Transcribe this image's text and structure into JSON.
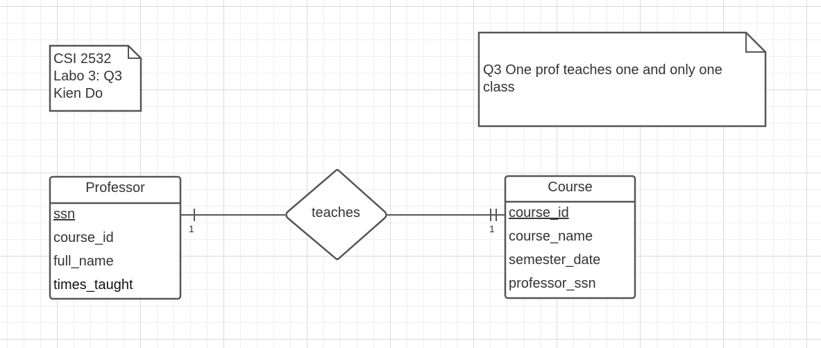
{
  "note_course": {
    "lines": [
      "CSI 2532",
      "Labo 3: Q3",
      "Kien Do"
    ]
  },
  "note_question": {
    "text": "Q3 One prof teaches one and only one class"
  },
  "entities": [
    {
      "name": "Professor",
      "attributes": [
        {
          "name": "ssn",
          "key": true
        },
        {
          "name": "course_id",
          "key": false
        },
        {
          "name": "full_name",
          "key": false
        },
        {
          "name": "times_taught",
          "key": false
        }
      ]
    },
    {
      "name": "Course",
      "attributes": [
        {
          "name": "course_id",
          "key": true
        },
        {
          "name": "course_name",
          "key": false
        },
        {
          "name": "semester_date",
          "key": false
        },
        {
          "name": "professor_ssn",
          "key": false
        }
      ]
    }
  ],
  "relationship": {
    "label": "teaches",
    "left_cardinality": "1",
    "right_cardinality": "1"
  },
  "colors": {
    "stroke": "#555555",
    "text": "#333333",
    "grid_major": "#d9d9d9",
    "grid_minor": "#efefef"
  }
}
